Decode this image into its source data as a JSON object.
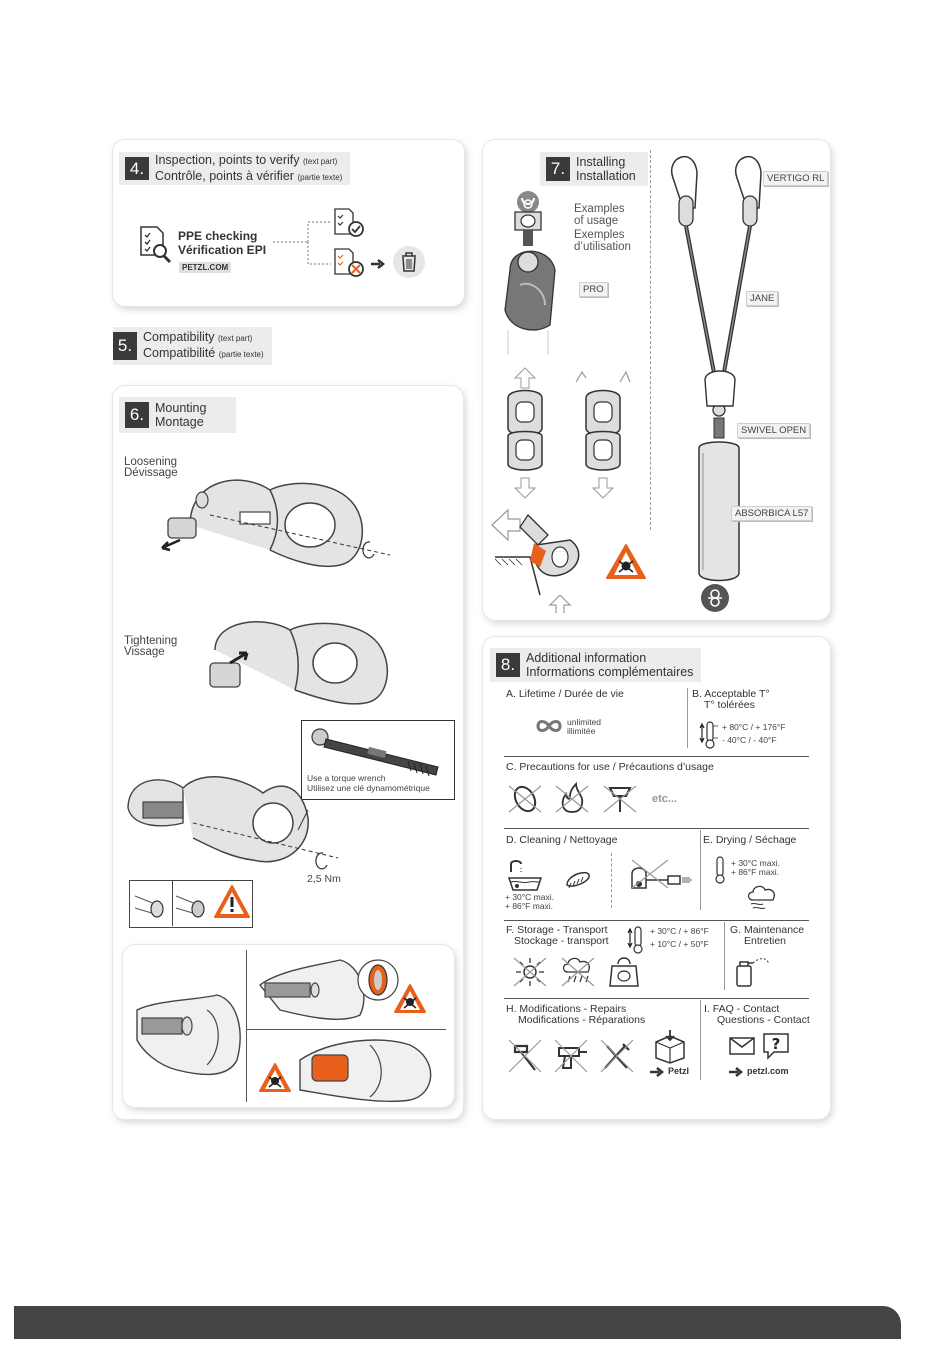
{
  "section4": {
    "number": "4.",
    "title_en": "Inspection, points to verify",
    "note_en": "(text part)",
    "title_fr": "Contrôle, points à vérifier",
    "note_fr": "(partie texte)",
    "ppe_line1": "PPE checking",
    "ppe_line2": "Vérification EPI",
    "ppe_site": "PETZL.COM"
  },
  "section5": {
    "number": "5.",
    "title_en": "Compatibility",
    "note_en": "(text part)",
    "title_fr": "Compatibilité",
    "note_fr": "(partie texte)"
  },
  "section6": {
    "number": "6.",
    "title_en": "Mounting",
    "title_fr": "Montage",
    "loosening_en": "Loosening",
    "loosening_fr": "Dévissage",
    "tightening_en": "Tightening",
    "tightening_fr": "Vissage",
    "wrench_en": "Use a torque wrench",
    "wrench_fr": "Utilisez une clé dynamométrique",
    "torque": "2,5 Nm"
  },
  "section7": {
    "number": "7.",
    "title_en": "Installing",
    "title_fr": "Installation",
    "examples_en1": "Examples",
    "examples_en2": "of usage",
    "examples_fr1": "Exemples",
    "examples_fr2": "d’utilisation",
    "tag_pro": "PRO",
    "tag_vertigo": "VERTIGO RL",
    "tag_jane": "JANE",
    "tag_swivel": "SWIVEL OPEN",
    "tag_absorbica": "ABSORBICA L57"
  },
  "section8": {
    "number": "8.",
    "title_en": "Additional information",
    "title_fr": "Informations complémentaires",
    "a_title": "A. Lifetime / Durée de vie",
    "a_text1": "unlimited",
    "a_text2": "illimitée",
    "b_title1": "B. Acceptable T°",
    "b_title2": "T° tolérées",
    "b_temp1": "+ 80°C / + 176°F",
    "b_temp2": "- 40°C / - 40°F",
    "c_title": "C. Precautions for use / Précautions d’usage",
    "c_etc": "etc...",
    "d_title": "D. Cleaning / Nettoyage",
    "d_temp1": "+ 30°C maxi.",
    "d_temp2": "+ 86°F maxi.",
    "e_title": "E. Drying / Séchage",
    "e_temp1": "+ 30°C maxi.",
    "e_temp2": "+ 86°F maxi.",
    "f_title1": "F. Storage - Transport",
    "f_title2": "Stockage - transport",
    "f_temp1": "+ 30°C / + 86°F",
    "f_temp2": "+ 10°C / + 50°F",
    "g_title1": "G. Maintenance",
    "g_title2": "Entretien",
    "h_title1": "H. Modifications - Repairs",
    "h_title2": "Modifications - Réparations",
    "h_link": "Petzl",
    "i_title1": "I. FAQ - Contact",
    "i_title2": "Questions - Contact",
    "i_link": "petzl.com"
  },
  "colors": {
    "accent": "#e8601c",
    "dark": "#3a3a3a",
    "footer": "#444444"
  }
}
